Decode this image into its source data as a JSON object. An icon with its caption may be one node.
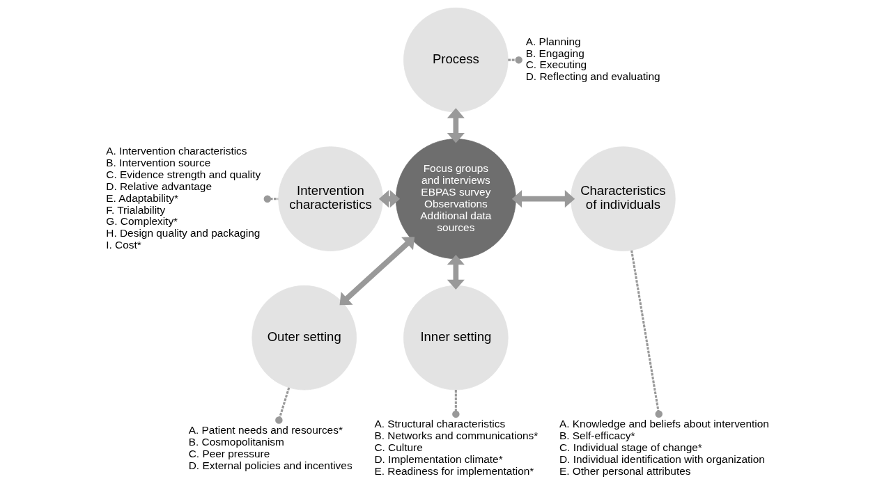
{
  "diagram": {
    "nodes": [
      {
        "text": [
          "Focus groups and interviews",
          "EBPAS survey",
          "Observations",
          "Additional data sources"
        ]
      },
      {
        "text": [
          "Process"
        ]
      },
      {
        "text": [
          "Characteristics of individuals"
        ]
      },
      {
        "text": [
          "Outer setting"
        ]
      },
      {
        "text": [
          "Inner setting"
        ]
      },
      {
        "text": [
          "Intervention characteristics"
        ]
      },
      {
        "text": [
          "A. Planning",
          "B. Engaging",
          "C. Executing",
          "D. Reflecting and evaluating"
        ]
      },
      {
        "text": [
          "A. Knowledge and beliefs about intervention",
          "B. Self-efficacy*",
          "C. Individual stage of change*",
          "D. Individual identification with organization",
          "E. Other personal attributes"
        ]
      },
      {
        "text": [
          "A. Patient needs and resources*",
          "B. Cosmopolitanism",
          "C. Peer pressure",
          "D. External policies and incentives"
        ]
      },
      {
        "text": [
          "A. Structural characteristics",
          "B. Networks and communications*",
          "C. Culture",
          "D. Implementation climate*",
          "E. Readiness for implementation*"
        ]
      },
      {
        "text": [
          "A. Intervention characteristics",
          "B. Intervention source",
          "C. Evidence strength and quality",
          "D. Relative advantage",
          "E. Adaptability*",
          "F. Trialability",
          "G. Complexity*",
          "H. Design quality and packaging",
          "I. Cost*"
        ]
      }
    ],
    "edges": [
      {
        "from": 0,
        "to": 1,
        "arrow": "both",
        "style": "thick"
      },
      {
        "from": 0,
        "to": 2,
        "arrow": "both",
        "style": "thick"
      },
      {
        "from": 0,
        "to": 3,
        "arrow": "both",
        "style": "thick"
      },
      {
        "from": 0,
        "to": 4,
        "arrow": "both",
        "style": "thick"
      },
      {
        "from": 0,
        "to": 5,
        "arrow": "both",
        "style": "thick"
      },
      {
        "from": 1,
        "to": 6,
        "arrow": "other",
        "style": "dashed"
      },
      {
        "from": 2,
        "to": 7,
        "arrow": "other",
        "style": "dashed"
      },
      {
        "from": 3,
        "to": 8,
        "arrow": "other",
        "style": "dashed"
      },
      {
        "from": 4,
        "to": 9,
        "arrow": "other",
        "style": "dashed"
      },
      {
        "from": 5,
        "to": 10,
        "arrow": "other",
        "style": "dashed"
      }
    ]
  }
}
